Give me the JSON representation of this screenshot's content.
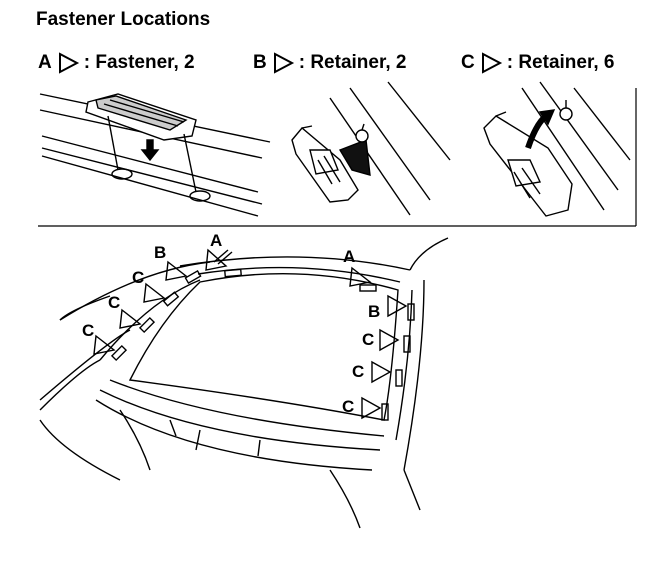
{
  "title": "Fastener Locations",
  "legend": [
    {
      "letter": "A",
      "text": ": Fastener, 2"
    },
    {
      "letter": "B",
      "text": ": Retainer, 2"
    },
    {
      "letter": "C",
      "text": ": Retainer, 6"
    }
  ],
  "callouts": [
    "A",
    "A",
    "B",
    "B",
    "C",
    "C",
    "C",
    "C",
    "C",
    "C"
  ],
  "icons": {
    "pointer": "triangle-pointer-icon"
  }
}
